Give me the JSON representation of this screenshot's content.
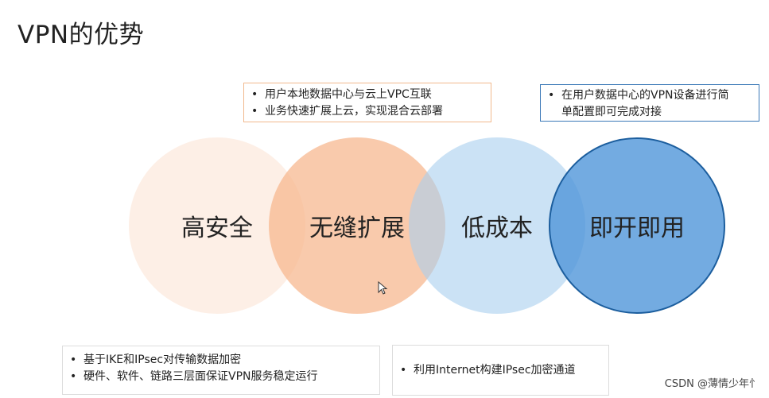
{
  "title": "VPN的优势",
  "circles": {
    "c1": "高安全",
    "c2": "无缝扩展",
    "c3": "低成本",
    "c4": "即开即用"
  },
  "boxes": {
    "top_mid": [
      "用户本地数据中心与云上VPC互联",
      "业务快速扩展上云，实现混合云部署"
    ],
    "top_right": [
      "在用户数据中心的VPN设备进行简单配置即可完成对接"
    ],
    "bottom_left": [
      "基于IKE和IPsec对传输数据加密",
      "硬件、软件、链路三层面保证VPN服务稳定运行"
    ],
    "bottom_mid": [
      "利用Internet构建IPsec加密通道"
    ]
  },
  "watermark": "CSDN @薄情少年忄",
  "colors": {
    "circle1": "#fce4d6",
    "circle2": "#f6b68c",
    "circle3": "#a8ceee",
    "circle4": "#5096da",
    "box_orange_border": "#f1b98e",
    "box_blue_border": "#3a78b7"
  }
}
